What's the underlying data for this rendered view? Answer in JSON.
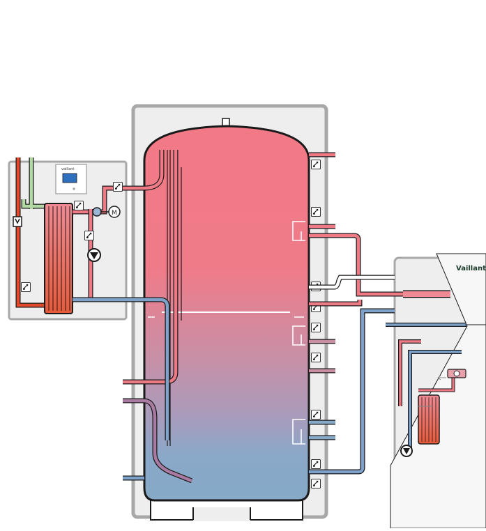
{
  "brand": {
    "module_logo_text": "vaillant",
    "unit_logo_text": "Vaillant"
  },
  "icons": {
    "sensor": "temperature-sensor-icon",
    "pump": "circulation-pump-icon",
    "valve": "mixing-valve-icon",
    "motor_label": "M",
    "display": "controller-display-icon",
    "filter": "strainer-icon"
  },
  "colors": {
    "hot": "#f07b86",
    "mid": "#c58ea6",
    "cold": "#86a9c8",
    "hot_pipe": "#ee7a86",
    "cold_pipe": "#7ea2c9",
    "violet_pipe": "#a97aa2",
    "green_pipe": "#b2d8a4",
    "panel_fill": "#eeeeee",
    "panel_stroke": "#a8a8a8",
    "outline": "#1a1a1a",
    "coil_red": "#e24a2b"
  }
}
